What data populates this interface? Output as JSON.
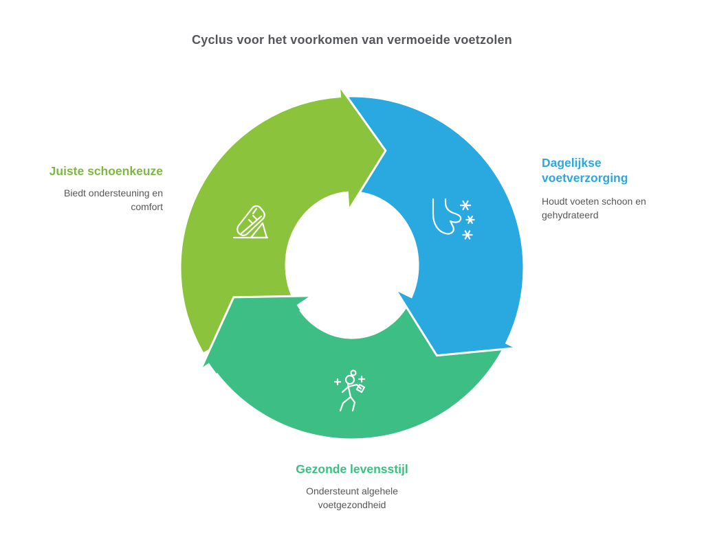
{
  "title": "Cyclus voor het voorkomen van vermoeide voetzolen",
  "colors": {
    "background": "#FFFFFF",
    "title_text": "#55565A",
    "body_text": "#56575A",
    "icon_stroke": "#FFFFFF",
    "outline": "#FFFFFF"
  },
  "steps": [
    {
      "id": "juiste-schoenkeuze",
      "label": "Juiste schoenkeuze",
      "description": "Biedt ondersteuning en comfort",
      "arrow_color": "#8CC33D",
      "label_color": "#7DB941",
      "icon": "running-shoe-icon",
      "position": "left"
    },
    {
      "id": "dagelijkse-voetverzorging",
      "label": "Dagelijkse voetverzorging",
      "description": "Houdt voeten schoon en gehydrateerd",
      "arrow_color": "#29A9E0",
      "label_color": "#29A9E0",
      "icon": "foot-sparkles-icon",
      "position": "right"
    },
    {
      "id": "gezonde-levensstijl",
      "label": "Gezonde levensstijl",
      "description": "Ondersteunt algehele voetgezondheid",
      "arrow_color": "#3CBE85",
      "label_color": "#3DBE82",
      "icon": "active-person-sparkles-icon",
      "position": "bottom"
    }
  ]
}
